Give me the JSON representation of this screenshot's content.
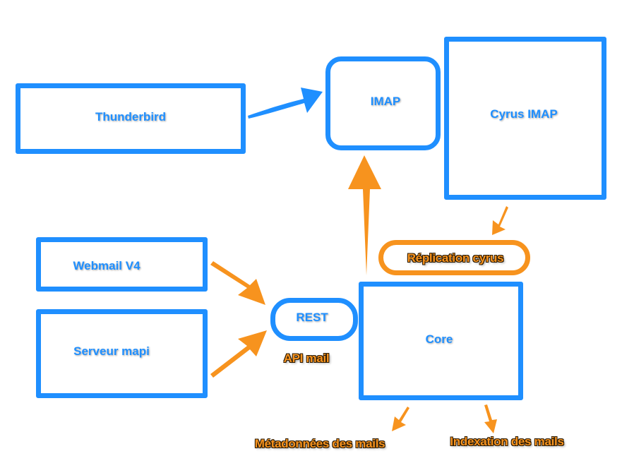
{
  "colors": {
    "blue": "#1f8fff",
    "orange": "#f7931e"
  },
  "nodes": {
    "thunderbird": "Thunderbird",
    "imap": "IMAP",
    "cyrus_imap": "Cyrus IMAP",
    "webmail": "Webmail V4",
    "serveur_mapi": "Serveur mapi",
    "rest": "REST",
    "core": "Core"
  },
  "annotations": {
    "api_mail": "API mail",
    "replication": "Réplication cyrus",
    "metadonnees": "Métadonnées des mails",
    "indexation": "Indexation des mails"
  },
  "edges": [
    {
      "from": "Thunderbird",
      "to": "IMAP",
      "color": "blue"
    },
    {
      "from": "Core",
      "to": "IMAP",
      "color": "orange"
    },
    {
      "from": "Webmail V4",
      "to": "REST",
      "color": "orange"
    },
    {
      "from": "Serveur mapi",
      "to": "REST",
      "color": "orange"
    },
    {
      "from": "Cyrus IMAP",
      "to": "Réplication cyrus",
      "color": "orange"
    },
    {
      "from": "Core",
      "to": "Métadonnées des mails",
      "color": "orange"
    },
    {
      "from": "Core",
      "to": "Indexation des mails",
      "color": "orange"
    }
  ]
}
